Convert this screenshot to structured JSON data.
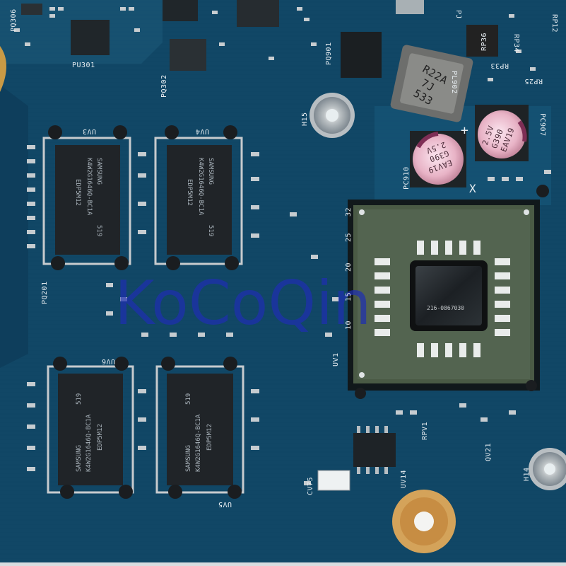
{
  "photo": {
    "watermark": "KoCoQin",
    "board_color": "#114766",
    "ram_chips": [
      {
        "ref": "UV3",
        "line1": "SAMSUNG",
        "line2": "519",
        "line3": "K4W2G1646Q-BC1A",
        "line4": "EDP5M12"
      },
      {
        "ref": "UV4",
        "line1": "SAMSUNG",
        "line2": "519",
        "line3": "K4W2G1646Q-BC1A",
        "line4": "EDP5M12"
      },
      {
        "ref": "UV5",
        "line1": "SAMSUNG",
        "line2": "519",
        "line3": "K4W2G1646Q-BC1A",
        "line4": "EDP5M12"
      },
      {
        "ref": "UV6",
        "line1": "SAMSUNG",
        "line2": "519",
        "line3": "K4W2G1646Q-BC1A",
        "line4": "EDP5M12"
      }
    ],
    "gpu": {
      "ref": "UV1",
      "die_text": "216-0867030"
    },
    "inductor": {
      "ref": "PL902",
      "line1": "R22A",
      "line2": "7J",
      "line3": "533"
    },
    "capacitors": [
      {
        "ref": "PC910",
        "line1": "2.5V",
        "line2": "G390",
        "line3": "EAV19"
      },
      {
        "ref": "PC907",
        "line1": "2.5V",
        "line2": "G390",
        "line3": "EAV19"
      }
    ],
    "silkscreen": {
      "pu301": "PU301",
      "pq302": "PQ302",
      "pq306": "PQ306",
      "pq901": "PQ901",
      "pq201": "PQ201",
      "h15": "H15",
      "h14": "H14",
      "rp36": "RP36",
      "rp33": "RP33",
      "rp34": "RP34",
      "rp25": "RP25",
      "rp12": "RP12",
      "cv75": "CV75",
      "uv14": "UV14",
      "rpv1": "RPV1",
      "qv21": "QV21",
      "uv1": "UV1",
      "pj": "PJ",
      "row_32": "32",
      "row_25": "25",
      "row_20": "20",
      "row_15": "15",
      "row_10": "10",
      "plus": "+",
      "x": "X"
    }
  }
}
